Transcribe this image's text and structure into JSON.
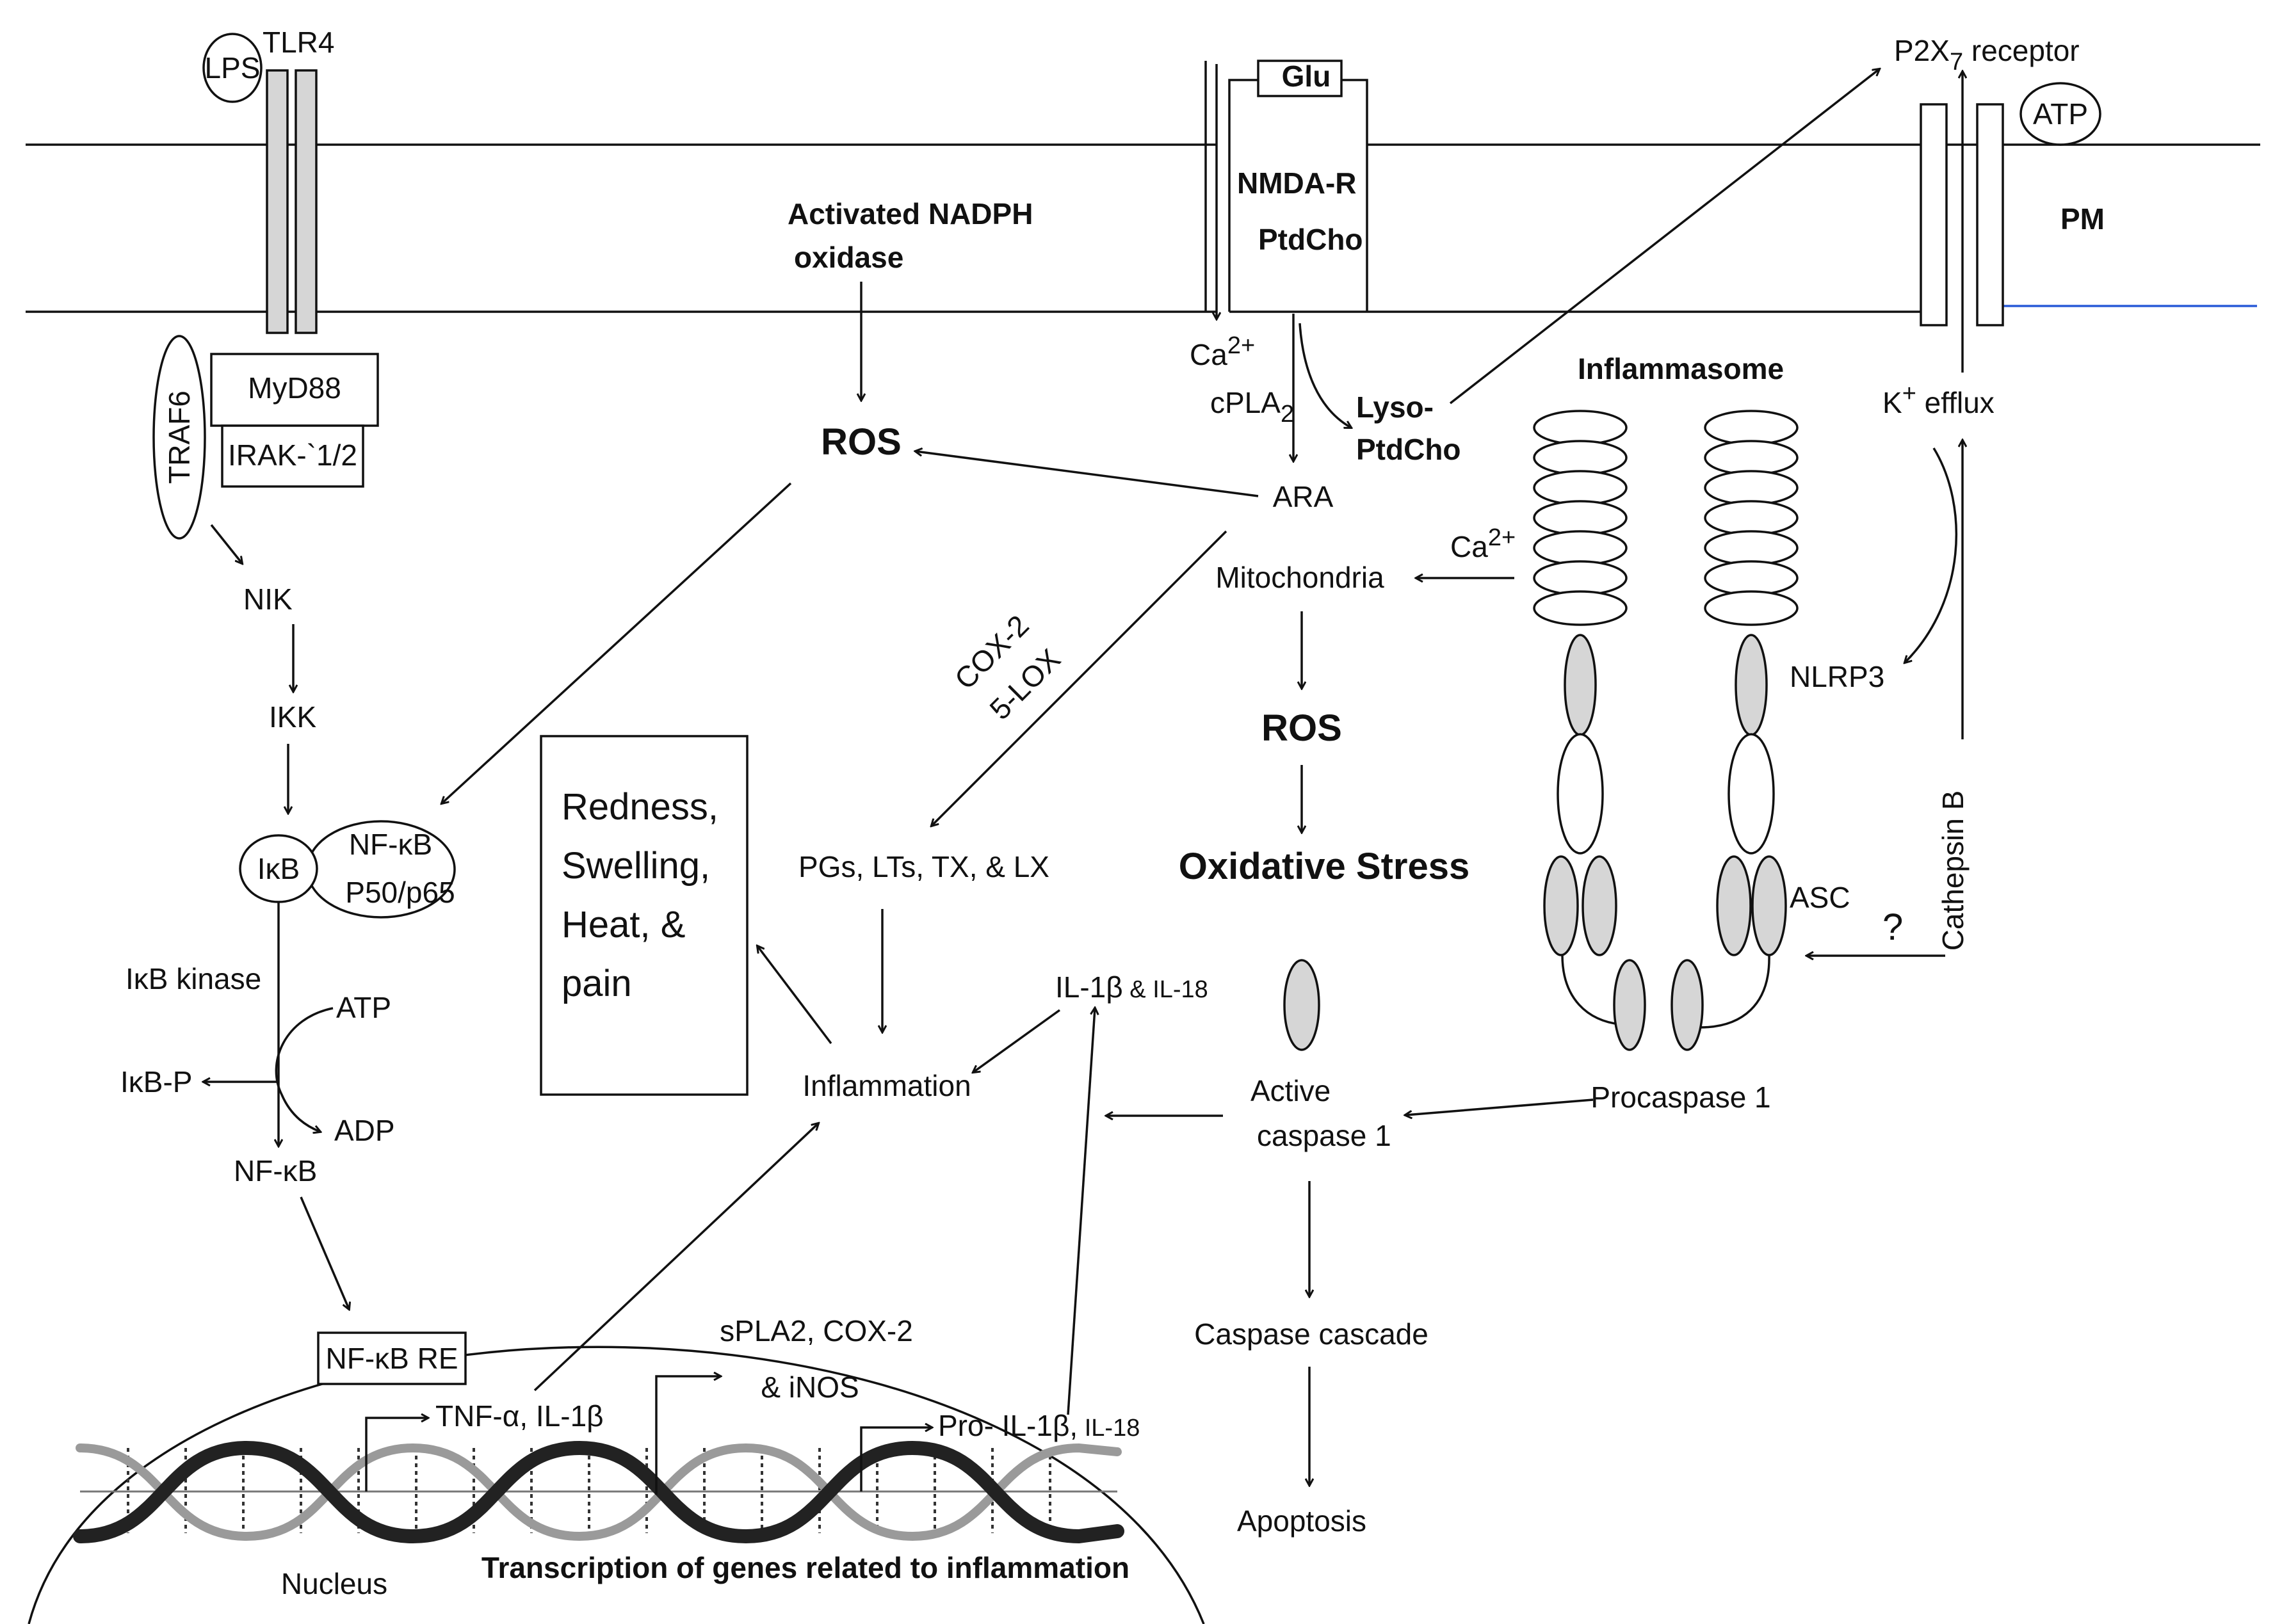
{
  "membrane": {
    "pm": "PM",
    "tlr4": "TLR4",
    "lps": "LPS",
    "nmda": "NMDA-R",
    "ptdcho": "PtdCho",
    "glu": "Glu",
    "p2x7_pre": "P2X",
    "p2x7_sub": "7",
    "p2x7_post": " receptor",
    "atp_out": "ATP"
  },
  "tlr_pathway": {
    "myd88": "MyD88",
    "irak": "IRAK-`1/2",
    "traf6": "TRAF6",
    "nik": "NIK",
    "ikk": "IKK",
    "ikb": "IκB",
    "nfkb_complex_1": "NF-κB",
    "nfkb_complex_2": "P50/p65",
    "ikb_kinase": "IκB kinase",
    "atp": "ATP",
    "adp": "ADP",
    "ikbp": "IκB-P",
    "nfkb": "NF-κB"
  },
  "center": {
    "nadph_1": "Activated NADPH",
    "nadph_2": "oxidase",
    "ros_1": "ROS",
    "ca_pre": "Ca",
    "ca_sup": "2+",
    "cpla_pre": "cPLA",
    "cpla_sub": "2",
    "lyso_1": "Lyso-",
    "lyso_2": "PtdCho",
    "ara": "ARA",
    "cox2": "COX-2",
    "lox5": "5-LOX",
    "mito": "Mitochondria",
    "ca2_pre": "Ca",
    "ca2_sup": "2+",
    "ros_2": "ROS",
    "oxstress": "Oxidative Stress",
    "pgs": "PGs, LTs, TX, & LX",
    "inflammation": "Inflammation",
    "il1b": "IL-1β",
    "il18": " & IL-18",
    "symptoms": [
      "Redness,",
      "Swelling,",
      "Heat, &",
      "pain"
    ]
  },
  "inflammasome": {
    "title": "Inflammasome",
    "k_pre": "K",
    "k_sup": "+",
    "k_post": " efflux",
    "nlrp3": "NLRP3",
    "cathepsin": "Cathepsin B",
    "asc": "ASC",
    "question": "?",
    "procaspase": "Procaspase 1",
    "active_1": "Active",
    "active_2": "caspase 1",
    "cascade": "Caspase cascade",
    "apoptosis": "Apoptosis"
  },
  "nucleus": {
    "label": "Nucleus",
    "nfkb_re": "NF-κB RE",
    "tnf": "TNF-α, IL-1β",
    "spla2_1": "sPLA2, COX-2",
    "spla2_2": "& iNOS",
    "pro_il": "Pro- IL-1β,",
    "pro_il18": " IL-18",
    "transcription": "Transcription of genes related to inflammation"
  }
}
